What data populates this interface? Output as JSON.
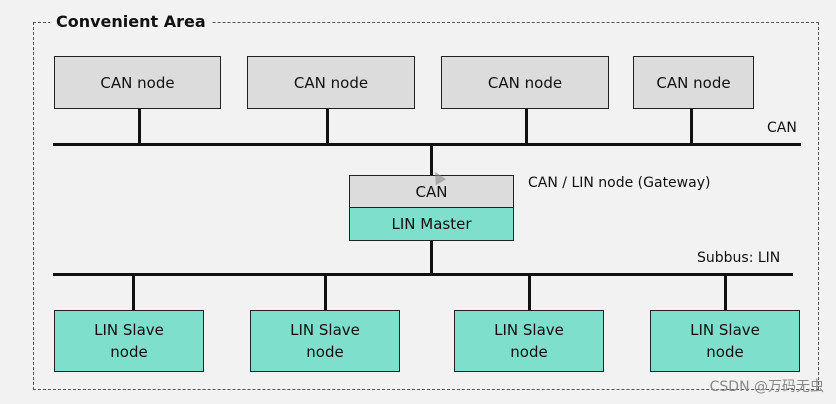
{
  "diagram": {
    "area_title": "Convenient Area",
    "can_bus_label": "CAN",
    "gateway_label": "CAN / LIN node (Gateway)",
    "gateway_top": "CAN",
    "gateway_bottom": "LIN Master",
    "subbus_label": "Subbus: LIN",
    "can_nodes": [
      "CAN node",
      "CAN node",
      "CAN node",
      "CAN node"
    ],
    "lin_nodes": [
      "LIN Slave node",
      "LIN Slave node",
      "LIN Slave node",
      "LIN Slave node"
    ],
    "colors": {
      "can_node": "#dcdcdc",
      "lin_node": "#7edfcd",
      "line": "#111111"
    }
  },
  "watermark": "CSDN @万码无虫"
}
